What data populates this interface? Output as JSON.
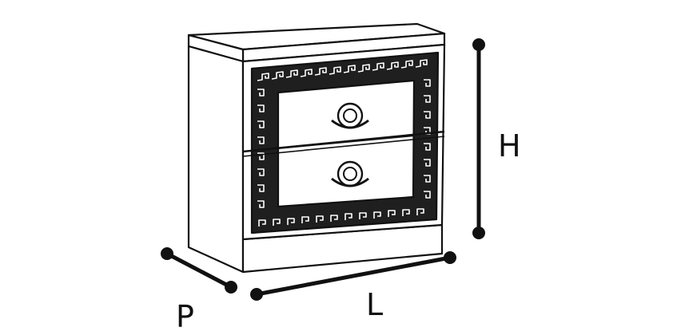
{
  "labels": {
    "height": "H",
    "length": "L",
    "depth": "P"
  },
  "colors": {
    "outline": "#111111",
    "fill": "#ffffff",
    "border_fill": "#1f1f1f"
  },
  "icons": {
    "handle": "ring-handle-icon",
    "endpoint": "dot-endpoint"
  }
}
